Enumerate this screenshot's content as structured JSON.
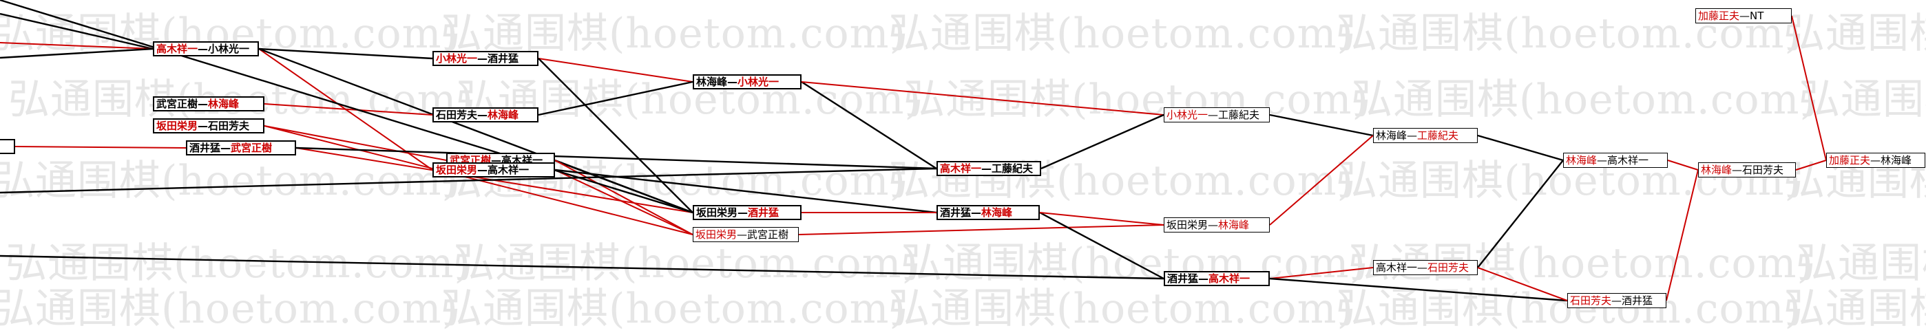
{
  "watermark": "弘通围棋(hoetom.com)",
  "colors": {
    "red": "#cc0000",
    "black": "#000000",
    "watermark": "#e6e6e6"
  },
  "players": {
    "takagi": "高木祥一",
    "kobayashi": "小林光一",
    "sakai": "酒井猛",
    "rin": "林海峰",
    "takemiya": "武宮正樹",
    "sakata": "坂田栄男",
    "ishida": "石田芳夫",
    "kudo": "工藤紀夫",
    "kato": "加藤正夫",
    "nt": "NT"
  },
  "nodes": [
    {
      "id": "n1",
      "left": "takagi",
      "right": "kobayashi",
      "winner": "left",
      "bold": true
    },
    {
      "id": "n2",
      "left": "takemiya",
      "right": "rin",
      "winner": "right",
      "bold": true
    },
    {
      "id": "n3",
      "left": "sakata",
      "right": "ishida",
      "winner": "left",
      "bold": true
    },
    {
      "id": "n4",
      "left": "sakai",
      "right": "takemiya",
      "winner": "right",
      "bold": true
    },
    {
      "id": "n5",
      "left": "kobayashi",
      "right": "sakai",
      "winner": "left",
      "bold": true
    },
    {
      "id": "n6",
      "left": "ishida",
      "right": "rin",
      "winner": "right",
      "bold": true
    },
    {
      "id": "n7",
      "left": "takemiya",
      "right": "takagi",
      "winner": "left",
      "bold": true
    },
    {
      "id": "n8",
      "left": "sakata",
      "right": "takagi",
      "winner": "left",
      "bold": true
    },
    {
      "id": "n9",
      "left": "rin",
      "right": "kobayashi",
      "winner": "right",
      "bold": true
    },
    {
      "id": "n10",
      "left": "sakata",
      "right": "sakai",
      "winner": "right",
      "bold": true
    },
    {
      "id": "n11",
      "left": "sakata",
      "right": "takemiya",
      "winner": "left",
      "bold": false
    },
    {
      "id": "n12",
      "left": "takagi",
      "right": "kudo",
      "winner": "left",
      "bold": true
    },
    {
      "id": "n13",
      "left": "sakai",
      "right": "rin",
      "winner": "right",
      "bold": true
    },
    {
      "id": "n14",
      "left": "sakai",
      "right": "takagi",
      "winner": "right",
      "bold": true
    },
    {
      "id": "n15",
      "left": "kobayashi",
      "right": "kudo",
      "winner": "left",
      "bold": false
    },
    {
      "id": "n16",
      "left": "sakata",
      "right": "rin",
      "winner": "right",
      "bold": false
    },
    {
      "id": "n17",
      "left": "rin",
      "right": "kudo",
      "winner": "right",
      "bold": false
    },
    {
      "id": "n18",
      "left": "takagi",
      "right": "ishida",
      "winner": "right",
      "bold": false
    },
    {
      "id": "n19",
      "left": "rin",
      "right": "takagi",
      "winner": "left",
      "bold": false
    },
    {
      "id": "n20",
      "left": "ishida",
      "right": "sakai",
      "winner": "left",
      "bold": false
    },
    {
      "id": "n21",
      "left": "rin",
      "right": "ishida",
      "winner": "left",
      "bold": false
    },
    {
      "id": "n22",
      "left": "kato",
      "right": "nt",
      "winner": "left",
      "bold": false
    },
    {
      "id": "n23",
      "left": "kato",
      "right": "rin",
      "winner": "left",
      "bold": false
    },
    {
      "id": "n0",
      "left": "",
      "right": "",
      "winner": "",
      "bold": true
    }
  ]
}
